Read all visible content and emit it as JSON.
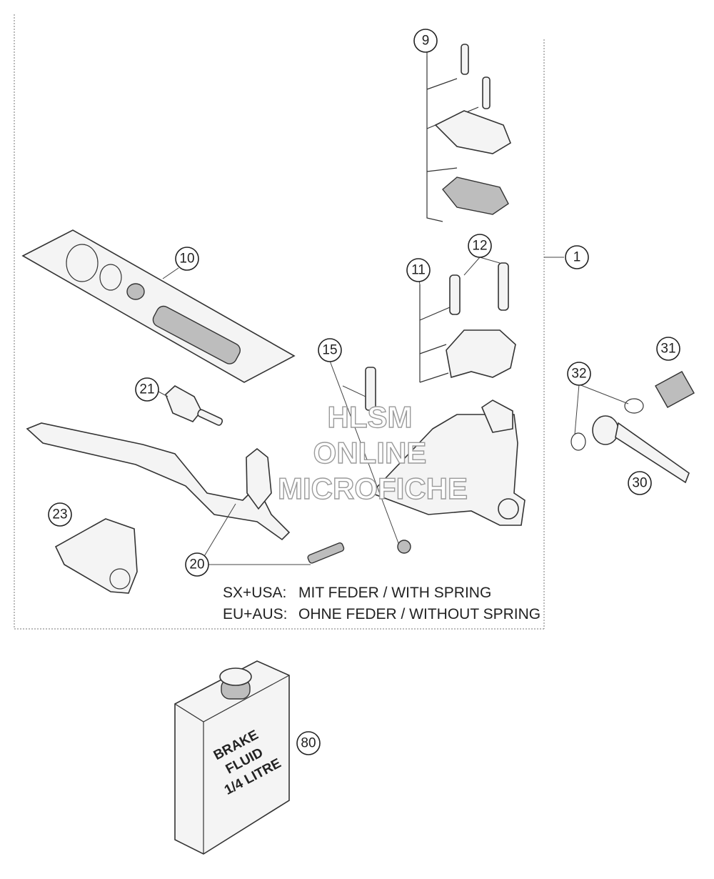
{
  "callouts": {
    "c1": "1",
    "c9": "9",
    "c10": "10",
    "c11": "11",
    "c12": "12",
    "c15": "15",
    "c20": "20",
    "c21": "21",
    "c23": "23",
    "c30": "30",
    "c31": "31",
    "c32": "32",
    "c80": "80"
  },
  "notes": {
    "line1_code": "SX+USA:",
    "line1_text": "MIT FEDER / WITH SPRING",
    "line2_code": "EU+AUS:",
    "line2_text": "OHNE FEDER / WITHOUT SPRING"
  },
  "watermark": {
    "line1": "HLSM",
    "line2": "ONLINE",
    "line3": "MICROFICHE"
  },
  "fluid_label": {
    "line1": "BRAKE",
    "line2": "FLUID",
    "line3": "1/4 LITRE"
  }
}
